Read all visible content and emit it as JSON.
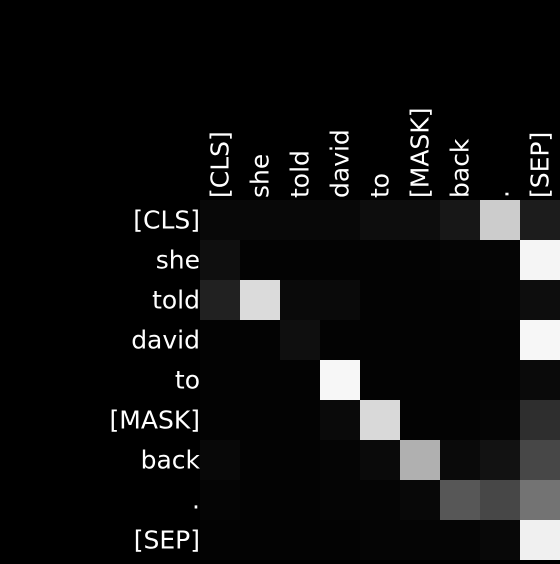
{
  "chart_data": {
    "type": "heatmap",
    "title": "",
    "xlabel": "",
    "ylabel": "",
    "colormap": [
      "#000000",
      "#ffffff"
    ],
    "background": "#000000",
    "grid": false,
    "legend": "none",
    "value_range": [
      0,
      1
    ],
    "x_tokens": [
      "[CLS]",
      "she",
      "told",
      "david",
      "to",
      "[MASK]",
      "back",
      ".",
      "[SEP]"
    ],
    "y_tokens": [
      "[CLS]",
      "she",
      "told",
      "david",
      "to",
      "[MASK]",
      "back",
      ".",
      "[SEP]"
    ],
    "values": [
      [
        0.03,
        0.03,
        0.03,
        0.03,
        0.05,
        0.05,
        0.09,
        0.8,
        0.11
      ],
      [
        0.06,
        0.01,
        0.01,
        0.01,
        0.01,
        0.01,
        0.02,
        0.02,
        0.96
      ],
      [
        0.13,
        0.86,
        0.04,
        0.04,
        0.01,
        0.01,
        0.01,
        0.02,
        0.05
      ],
      [
        0.01,
        0.01,
        0.06,
        0.01,
        0.01,
        0.01,
        0.01,
        0.01,
        0.97
      ],
      [
        0.01,
        0.01,
        0.01,
        0.97,
        0.01,
        0.01,
        0.01,
        0.01,
        0.04
      ],
      [
        0.01,
        0.01,
        0.01,
        0.04,
        0.85,
        0.01,
        0.01,
        0.02,
        0.18
      ],
      [
        0.03,
        0.01,
        0.01,
        0.02,
        0.04,
        0.69,
        0.04,
        0.07,
        0.28
      ],
      [
        0.02,
        0.01,
        0.01,
        0.02,
        0.02,
        0.03,
        0.34,
        0.28,
        0.45
      ],
      [
        0.01,
        0.01,
        0.01,
        0.01,
        0.02,
        0.02,
        0.02,
        0.03,
        0.94
      ]
    ]
  }
}
